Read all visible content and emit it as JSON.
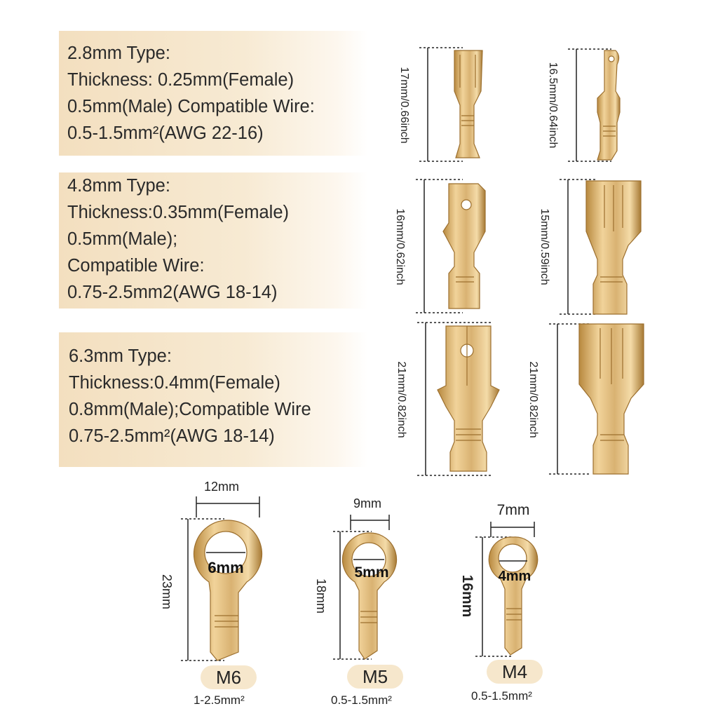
{
  "specs": [
    {
      "lines": [
        "2.8mm Type:",
        "Thickness: 0.25mm(Female)",
        "0.5mm(Male) Compatible Wire:",
        "0.5-1.5mm²(AWG 22-16)"
      ]
    },
    {
      "lines": [
        "4.8mm Type:",
        "Thickness:0.35mm(Female)",
        "0.5mm(Male);",
        "Compatible Wire:",
        "0.75-2.5mm2(AWG 18-14)"
      ]
    },
    {
      "lines": [
        "6.3mm Type:",
        "Thickness:0.4mm(Female)",
        "0.8mm(Male);Compatible Wire",
        "0.75-2.5mm²(AWG 18-14)"
      ]
    }
  ],
  "terminal_dims": {
    "r1_left": "17mm/0.66inch",
    "r1_right": "16.5mm/0.64inch",
    "r2_left": "16mm/0.62inch",
    "r2_right": "15mm/0.59inch",
    "r3_left": "21mm/0.82inch",
    "r3_right": "21mm/0.82inch"
  },
  "rings": [
    {
      "width": "12mm",
      "length": "23mm",
      "hole": "6mm",
      "model": "M6",
      "wire": "1-2.5mm²"
    },
    {
      "width": "9mm",
      "length": "18mm",
      "hole": "5mm",
      "model": "M5",
      "wire": "0.5-1.5mm²"
    },
    {
      "width": "7mm",
      "length": "16mm",
      "hole": "4mm",
      "model": "M4",
      "wire": "0.5-1.5mm²"
    }
  ],
  "colors": {
    "spec_bg": "#f3dfbf",
    "gold": "#d9b272",
    "gold_dark": "#9c6f2e",
    "label_bg": "#f6e7cc"
  }
}
